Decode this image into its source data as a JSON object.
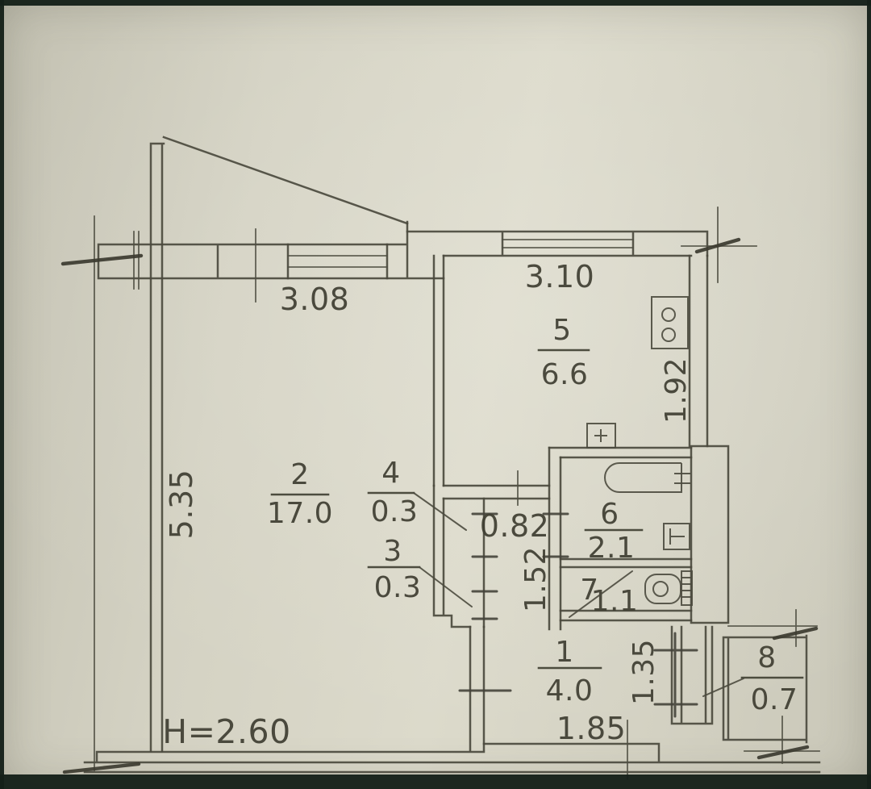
{
  "colors": {
    "paper": "#d7d5c6",
    "ink": "#4b4a3e",
    "scan_edge": "#152019"
  },
  "rooms": {
    "room1": {
      "number": "1",
      "area": "4.0"
    },
    "room2": {
      "number": "2",
      "area": "17.0"
    },
    "room3": {
      "number": "3",
      "area": "0.3"
    },
    "room4": {
      "number": "4",
      "area": "0.3"
    },
    "room5": {
      "number": "5",
      "area": "6.6"
    },
    "room6": {
      "number": "6",
      "area": "2.1"
    },
    "room7": {
      "number": "7",
      "area": "1.1"
    },
    "room8": {
      "number": "8",
      "area": "0.7"
    }
  },
  "dimensions": {
    "room2_top_width": "3.08",
    "kitchen_top_width": "3.10",
    "left_height": "5.35",
    "kitchen_right_depth": "1.92",
    "corridor_width": "0.82",
    "corridor_depth": "1.52",
    "balcony_depth": "1.35",
    "hall_bottom_width": "1.85",
    "ceiling_height": "H=2.60"
  },
  "fixtures": {
    "stove": "stove-icon",
    "kitchen_sink": "sink-icon",
    "bathtub": "bathtub-icon",
    "washbasin": "washbasin-icon",
    "toilet": "toilet-icon"
  }
}
